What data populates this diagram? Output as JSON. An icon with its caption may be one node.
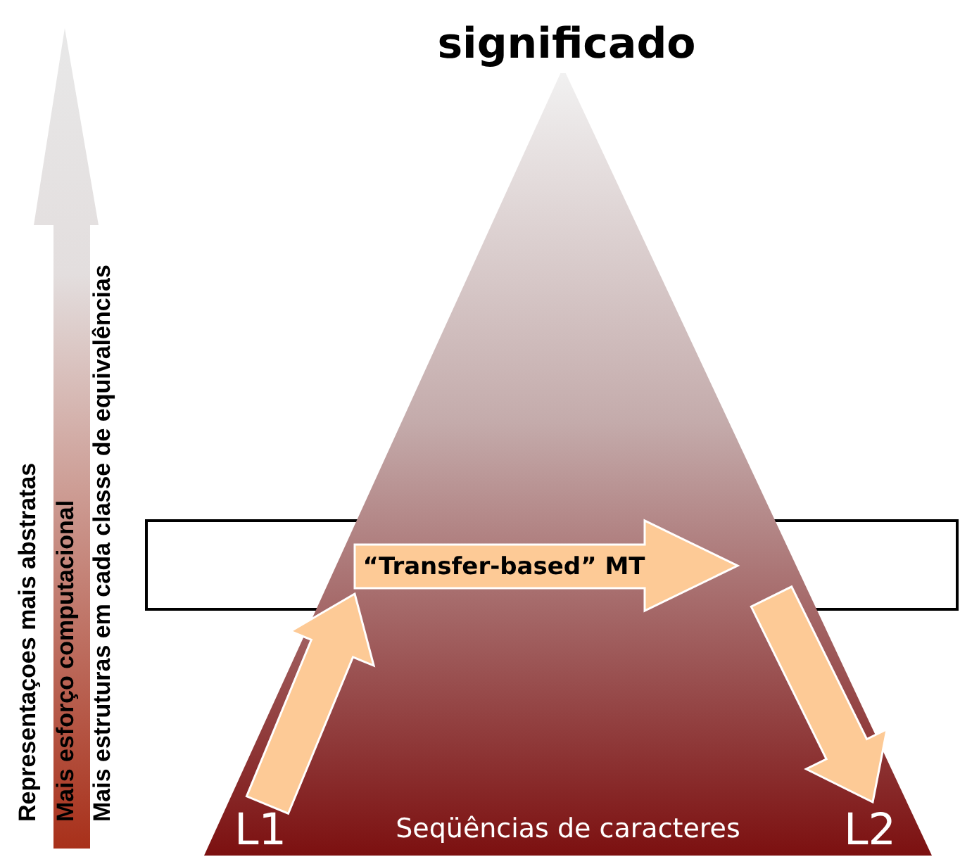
{
  "diagram": {
    "nodes": [
      {
        "text": [
          "significado",
          "Seqüências de caracteres"
        ]
      },
      {
        "text": [
          "L1"
        ],
        "in": 0
      },
      {
        "text": [
          "“Transfer-based” MT"
        ],
        "in": 0
      },
      {
        "text": [
          "L2"
        ],
        "in": 0
      }
    ],
    "edges": [
      {
        "from": 1,
        "to": 2,
        "arrow": "to"
      },
      {
        "from": 2,
        "to": 3,
        "arrow": "to"
      }
    ],
    "labels": [
      "Representaçoes mais abstratas",
      "Mais esforço computacional",
      "Mais estruturas em cada classe de equivalências"
    ]
  }
}
